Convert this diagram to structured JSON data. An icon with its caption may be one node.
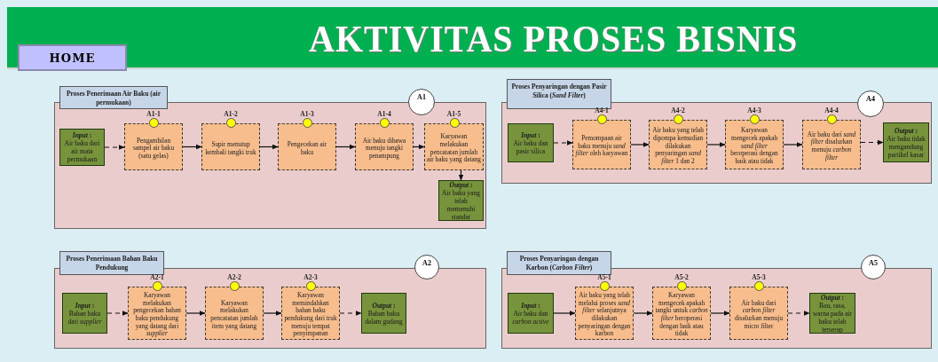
{
  "diagram": {
    "title": "AKTIVITAS PROSES BISNIS",
    "nodes": [
      {
        "text": [
          "Proses Penerimaan Air Baku (air permukaan)"
        ]
      },
      {
        "text": [
          "A1"
        ],
        "in": 0
      },
      {
        "text": [
          "*Input* :",
          "Air baku dari air mata permukaan"
        ],
        "in": 0
      },
      {
        "text": [
          "A1-1",
          "Pengambilan sampel air baku (satu gelas)"
        ],
        "in": 0
      },
      {
        "text": [
          "A1-2",
          "Supir menutup kembali tangki truk"
        ],
        "in": 0
      },
      {
        "text": [
          "A1-3",
          "Pengecekan air baku"
        ],
        "in": 0
      },
      {
        "text": [
          "A1-4",
          "Air baku dibawa menuju tangki penampung"
        ],
        "in": 0
      },
      {
        "text": [
          "A1-5",
          "Karyawan melakukan pencatatan jumlah air baku yang datang"
        ],
        "in": 0
      },
      {
        "text": [
          "*Output* :",
          "Air baku yang telah memenuhi standar"
        ],
        "in": 0
      },
      {
        "text": [
          "Proses Penyaringan dengan Pasir Silica (*Sand Filter*)"
        ]
      },
      {
        "text": [
          "A4"
        ],
        "in": 9
      },
      {
        "text": [
          "*Input* :",
          "Air baku dan pasir silica"
        ],
        "in": 9
      },
      {
        "text": [
          "A4-1",
          "Pemompaan air baku menuju *sand filter* oleh karyawan"
        ],
        "in": 9
      },
      {
        "text": [
          "A4-2",
          "Air baku yang telah dipompa kemudian dilakukan penyaringan *sand filter* 1 dan 2"
        ],
        "in": 9
      },
      {
        "text": [
          "A4-3",
          "Karyawan mengecek apakah *sand filter* beroperasi dengan baik atau tidak"
        ],
        "in": 9
      },
      {
        "text": [
          "A4-4",
          "Air baku dari *sand filter* disalurkan menuju *carbon filter*"
        ],
        "in": 9
      },
      {
        "text": [
          "*Output* :",
          "Air baku tidak mengandung partikel kasar"
        ],
        "in": 9
      },
      {
        "text": [
          "Proses Penerimaan Bahan Baku Pendukung"
        ]
      },
      {
        "text": [
          "A2"
        ],
        "in": 17
      },
      {
        "text": [
          "*Input* :",
          "Bahan baku dari *supplier*"
        ],
        "in": 17
      },
      {
        "text": [
          "A2-1",
          "Karyawan melakukan pengecekan bahan baku pendukung yang datang dari *supplier*"
        ],
        "in": 17
      },
      {
        "text": [
          "A2-2",
          "Karyawan melakukan pencatatan jumlah item yang datang"
        ],
        "in": 17
      },
      {
        "text": [
          "A2-3",
          "Karyawan memindahkan bahan baku pendukung dari truk menuju tempat penyimpanan"
        ],
        "in": 17
      },
      {
        "text": [
          "*Output* :",
          "Bahan baku dalam gudang"
        ],
        "in": 17
      },
      {
        "text": [
          "Proses Penyaringan dengan Karbon (*Carbon Filter*)"
        ]
      },
      {
        "text": [
          "A5"
        ],
        "in": 24
      },
      {
        "text": [
          "*Input* :",
          "Air baku dan *carbon active*"
        ],
        "in": 24
      },
      {
        "text": [
          "A5-1",
          "Air baku yang telah melalui proses *sand filter* selanjutnya dilakukan penyaringan dengan karbon"
        ],
        "in": 24
      },
      {
        "text": [
          "A5-2",
          "Karyawan mengecek apakah tangki untuk *carbon filter* beroperasi dengan baik atau tidak"
        ],
        "in": 24
      },
      {
        "text": [
          "A5-3",
          "Air baku dari *carbon filter* disalurkan menuju micro filter"
        ],
        "in": 24
      },
      {
        "text": [
          "*Output* :",
          "Bau, rasa, warna pada air baku telah terserap"
        ],
        "in": 24
      }
    ],
    "edges": [
      {
        "from": 2,
        "to": 3,
        "arrow": "to",
        "style": "dashed"
      },
      {
        "from": 3,
        "to": 4,
        "arrow": "to"
      },
      {
        "from": 4,
        "to": 5,
        "arrow": "to"
      },
      {
        "from": 5,
        "to": 6,
        "arrow": "to"
      },
      {
        "from": 6,
        "to": 7,
        "arrow": "to"
      },
      {
        "from": 7,
        "to": 8,
        "arrow": "to",
        "style": "dashed"
      },
      {
        "from": 11,
        "to": 12,
        "arrow": "to",
        "style": "dashed"
      },
      {
        "from": 12,
        "to": 13,
        "arrow": "to"
      },
      {
        "from": 13,
        "to": 14,
        "arrow": "to"
      },
      {
        "from": 14,
        "to": 15,
        "arrow": "to"
      },
      {
        "from": 15,
        "to": 16,
        "arrow": "to",
        "style": "dashed"
      },
      {
        "from": 19,
        "to": 20,
        "arrow": "to",
        "style": "dashed"
      },
      {
        "from": 20,
        "to": 21,
        "arrow": "to"
      },
      {
        "from": 21,
        "to": 22,
        "arrow": "to"
      },
      {
        "from": 22,
        "to": 23,
        "arrow": "to",
        "style": "dashed"
      },
      {
        "from": 26,
        "to": 27,
        "arrow": "to"
      },
      {
        "from": 27,
        "to": 28,
        "arrow": "to"
      },
      {
        "from": 28,
        "to": 29,
        "arrow": "to"
      },
      {
        "from": 29,
        "to": 30,
        "arrow": "to",
        "style": "dashed"
      }
    ],
    "labels": [
      "HOME"
    ]
  }
}
